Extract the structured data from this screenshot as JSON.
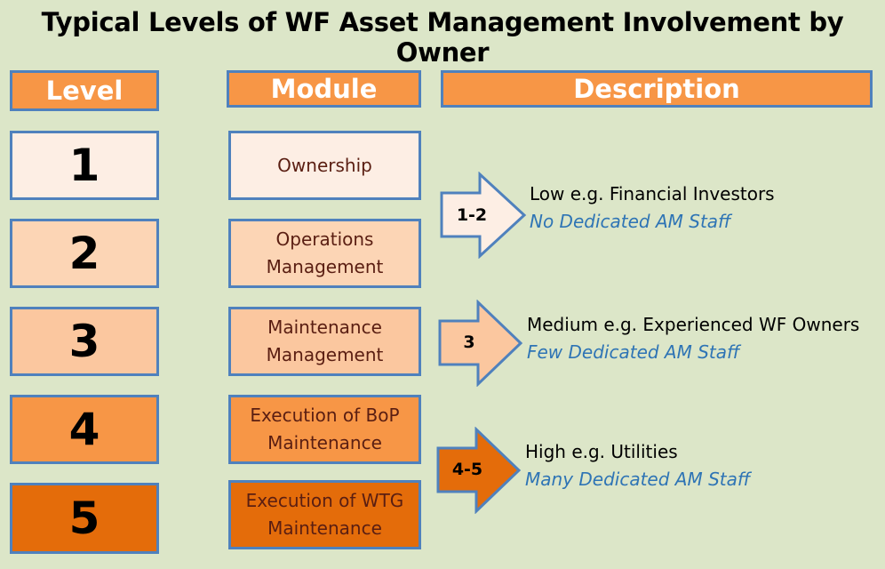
{
  "title": "Typical Levels of WF Asset Management Involvement by Owner",
  "headers": {
    "level": "Level",
    "module": "Module",
    "description": "Description"
  },
  "levels": [
    "1",
    "2",
    "3",
    "4",
    "5"
  ],
  "modules": [
    {
      "line1": "Ownership",
      "line2": ""
    },
    {
      "line1": "Operations",
      "line2": "Management"
    },
    {
      "line1": "Maintenance",
      "line2": "Management"
    },
    {
      "line1": "Execution of BoP",
      "line2": "Maintenance"
    },
    {
      "line1": "Execution of WTG",
      "line2": "Maintenance"
    }
  ],
  "groups": [
    {
      "arrow_label": "1-2",
      "main": "Low e.g. Financial Investors",
      "sub": "No Dedicated AM Staff"
    },
    {
      "arrow_label": "3",
      "main": "Medium e.g. Experienced WF Owners",
      "sub": "Few Dedicated AM Staff"
    },
    {
      "arrow_label": "4-5",
      "main": "High e.g. Utilities",
      "sub": "Many Dedicated AM Staff"
    }
  ],
  "colors": {
    "background": "#dce6c8",
    "border": "#4f81bd",
    "header": "#f79646",
    "level_fills": [
      "#fdeee4",
      "#fcd5b5",
      "#fbc79f",
      "#f79646",
      "#e46c0a"
    ],
    "description_sub": "#2e74b5"
  }
}
